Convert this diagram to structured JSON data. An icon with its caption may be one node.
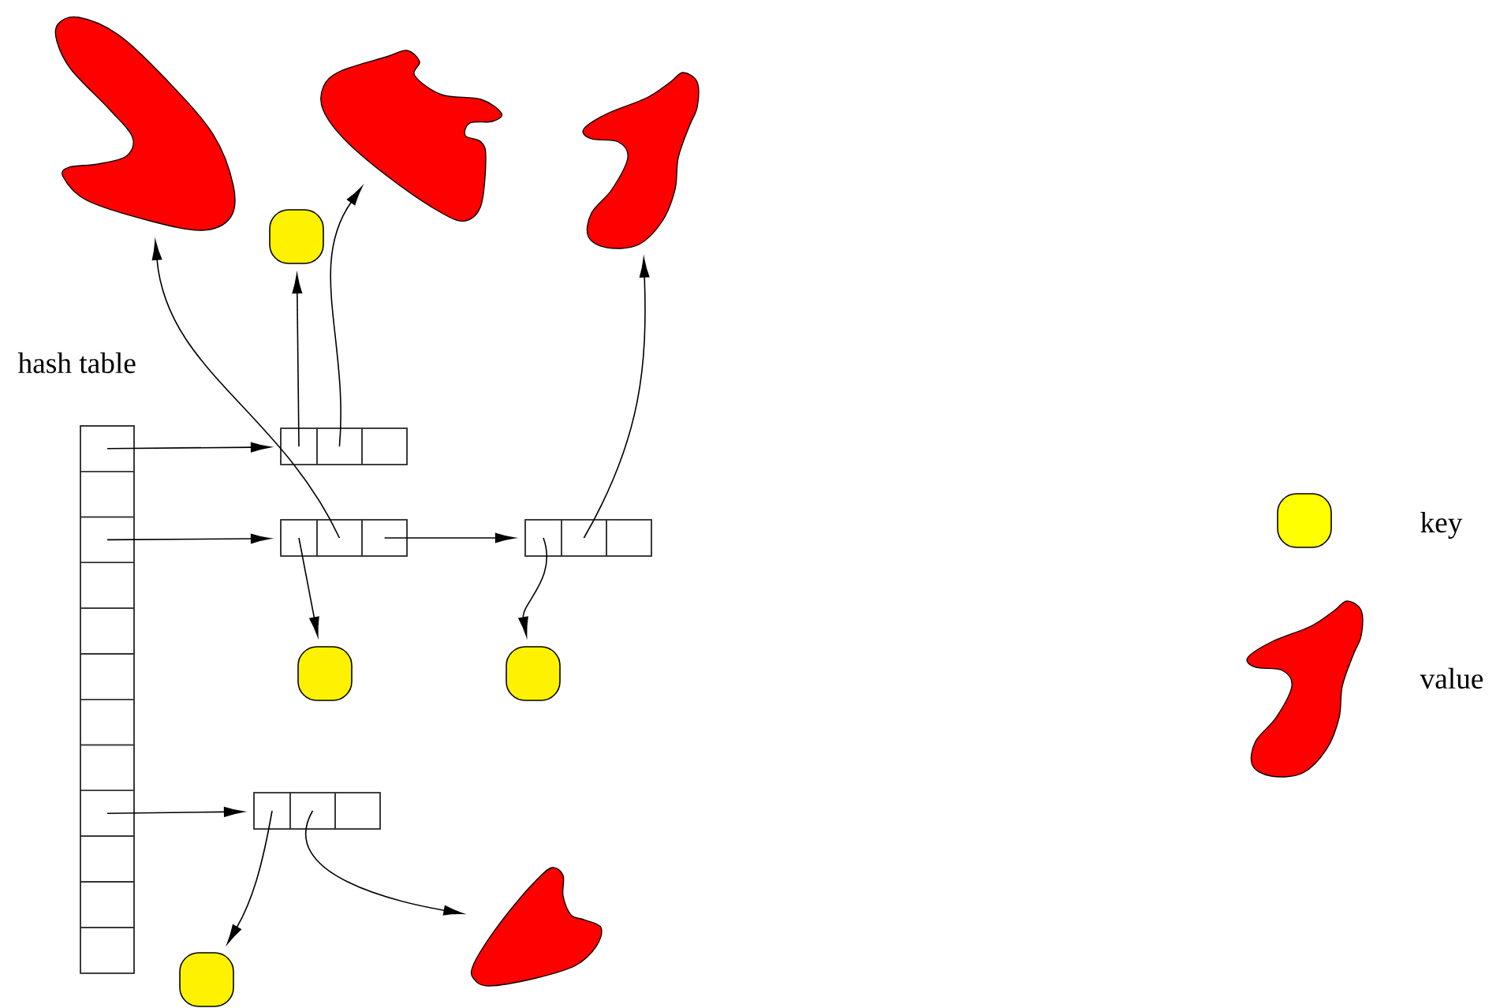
{
  "diagram": {
    "nodes": [
      {
        "text": [],
        "shape": "box"
      },
      {
        "text": [],
        "shape": "box",
        "in": 0
      },
      {
        "text": [],
        "shape": "box",
        "in": 0
      },
      {
        "text": [],
        "shape": "box",
        "in": 0
      },
      {
        "text": [],
        "shape": "box",
        "in": 0
      },
      {
        "text": [],
        "shape": "box",
        "in": 0
      },
      {
        "text": [],
        "shape": "box",
        "in": 0
      },
      {
        "text": [],
        "shape": "box",
        "in": 0
      },
      {
        "text": [],
        "shape": "box",
        "in": 0
      },
      {
        "text": [],
        "shape": "box",
        "in": 0
      },
      {
        "text": [],
        "shape": "box",
        "in": 0
      },
      {
        "text": [],
        "shape": "box",
        "in": 0
      },
      {
        "text": [],
        "shape": "box",
        "in": 0
      },
      {
        "text": [],
        "shape": "box"
      },
      {
        "text": [],
        "shape": "box",
        "in": 13
      },
      {
        "text": [],
        "shape": "box",
        "in": 13
      },
      {
        "text": [],
        "shape": "box",
        "in": 13
      },
      {
        "text": [],
        "shape": "box"
      },
      {
        "text": [],
        "shape": "box",
        "in": 17
      },
      {
        "text": [],
        "shape": "box",
        "in": 17
      },
      {
        "text": [],
        "shape": "box",
        "in": 17
      },
      {
        "text": [],
        "shape": "box"
      },
      {
        "text": [],
        "shape": "box",
        "in": 21
      },
      {
        "text": [],
        "shape": "box",
        "in": 21
      },
      {
        "text": [],
        "shape": "box",
        "in": 21
      },
      {
        "text": [],
        "shape": "box"
      },
      {
        "text": [],
        "shape": "box",
        "in": 25
      },
      {
        "text": [],
        "shape": "box",
        "in": 25
      },
      {
        "text": [],
        "shape": "box",
        "in": 25
      },
      {
        "text": [],
        "shape": "box"
      },
      {
        "text": [],
        "shape": "box"
      },
      {
        "text": [],
        "shape": "box"
      },
      {
        "text": [],
        "shape": "box"
      },
      {
        "text": [],
        "shape": "blob"
      },
      {
        "text": [],
        "shape": "blob"
      },
      {
        "text": [],
        "shape": "blob"
      },
      {
        "text": [],
        "shape": "blob"
      }
    ],
    "edges": [
      {
        "from": 1,
        "to": 13,
        "arrow": "to"
      },
      {
        "from": 3,
        "to": 17,
        "arrow": "to"
      },
      {
        "from": 9,
        "to": 25,
        "arrow": "to"
      },
      {
        "from": 14,
        "to": 29,
        "arrow": "to"
      },
      {
        "from": 15,
        "to": 34,
        "arrow": "to"
      },
      {
        "from": 18,
        "to": 30,
        "arrow": "to"
      },
      {
        "from": 19,
        "to": 33,
        "arrow": "to"
      },
      {
        "from": 20,
        "to": 21,
        "arrow": "to"
      },
      {
        "from": 22,
        "to": 31,
        "arrow": "to"
      },
      {
        "from": 23,
        "to": 35,
        "arrow": "to"
      },
      {
        "from": 26,
        "to": 32,
        "arrow": "to"
      },
      {
        "from": 27,
        "to": 36,
        "arrow": "to"
      }
    ],
    "labels": [
      "hash table"
    ],
    "legend": [
      {
        "text": "key",
        "color": "#ffff00"
      },
      {
        "text": "value",
        "color": "#ff0000"
      }
    ]
  }
}
